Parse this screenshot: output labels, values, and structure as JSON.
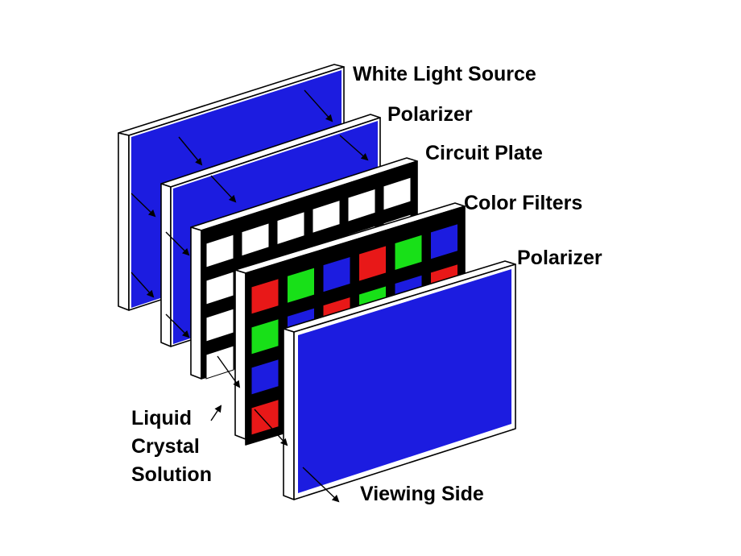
{
  "labels": {
    "light_source": "White Light Source",
    "polarizer_back": "Polarizer",
    "circuit_plate": "Circuit Plate",
    "color_filters": "Color Filters",
    "polarizer_front": "Polarizer",
    "liquid_crystal_line1": "Liquid",
    "liquid_crystal_line2": "Crystal",
    "liquid_crystal_line3": "Solution",
    "viewing_side": "Viewing Side"
  },
  "colors": {
    "polarizer_blue": "#1c1ce0",
    "filter_red": "#e81818",
    "filter_green": "#18e018",
    "filter_blue": "#1c1ce0",
    "plate_black": "#000000",
    "frame_white": "#ffffff"
  }
}
